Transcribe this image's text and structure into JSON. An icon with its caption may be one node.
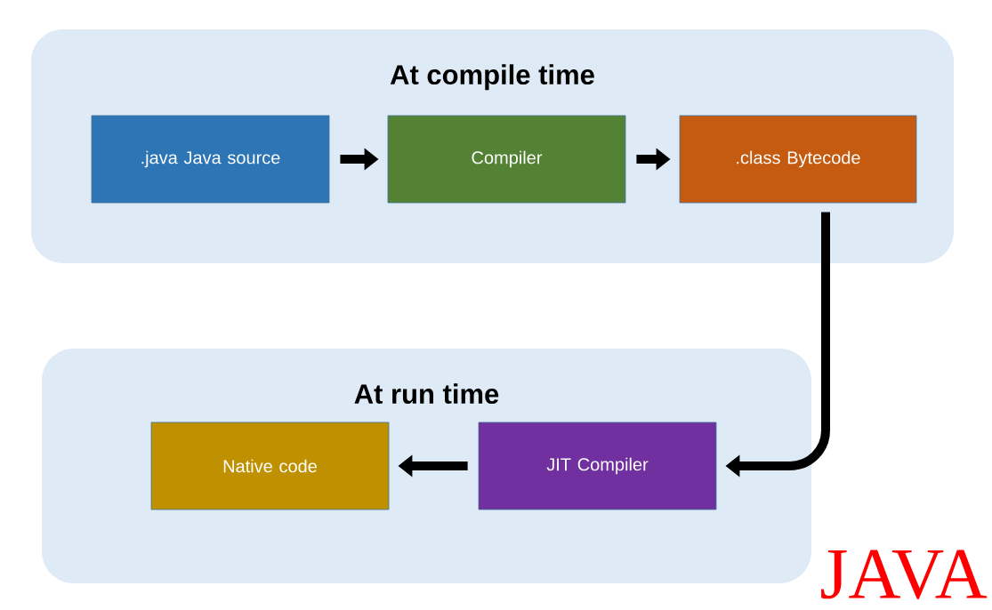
{
  "diagram": {
    "nodes": [
      {
        "text": [
          "At compile time"
        ]
      },
      {
        "text": [
          ".java Java source"
        ],
        "in": 0
      },
      {
        "text": [
          "Compiler"
        ],
        "in": 0
      },
      {
        "text": [
          ".class Bytecode"
        ],
        "in": 0
      },
      {
        "text": [
          "At run time"
        ]
      },
      {
        "text": [
          "Native code"
        ],
        "in": 4
      },
      {
        "text": [
          "JIT Compiler"
        ],
        "in": 4
      }
    ],
    "edges": [
      {
        "from": 1,
        "to": 2,
        "arrow": "to"
      },
      {
        "from": 2,
        "to": 3,
        "arrow": "to"
      },
      {
        "from": 3,
        "to": 6,
        "arrow": "to"
      },
      {
        "from": 6,
        "to": 5,
        "arrow": "to"
      }
    ],
    "labels": [
      "JAVA"
    ]
  }
}
